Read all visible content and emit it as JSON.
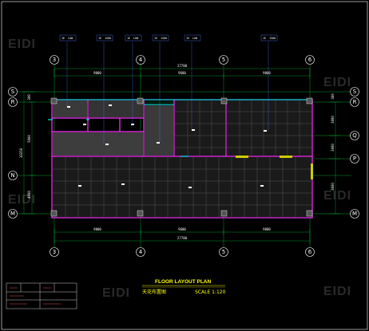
{
  "drawing": {
    "title_en": "FLOOR LAYOUT PLAN",
    "title_cn": "天花布置图",
    "scale": "SCALE 1:120",
    "watermark": "EIDI"
  },
  "grid": {
    "top_bubbles": [
      "3",
      "4",
      "5",
      "6"
    ],
    "bottom_bubbles": [
      "3",
      "4",
      "5",
      "6"
    ],
    "left_bubbles": [
      "S",
      "R",
      "N",
      "M"
    ],
    "right_bubbles": [
      "S",
      "R",
      "Q",
      "P",
      "M"
    ]
  },
  "dimensions": {
    "top_total": "27700",
    "top_segments": [
      "9000",
      "9600",
      "9000"
    ],
    "bottom_segments": [
      "9000",
      "9600",
      "9000"
    ],
    "bottom_total": "27700",
    "left_total": "10250",
    "left_segments": [
      "5000",
      "4000"
    ],
    "right_segments": [
      "3000",
      "3000",
      "3600"
    ],
    "small_left": "300",
    "small_right": "300"
  },
  "tags": [
    {
      "code": "1E",
      "sub": "LOW"
    },
    {
      "code": "1E",
      "sub": "1500"
    },
    {
      "code": "1E",
      "sub": "LOW"
    },
    {
      "code": "1E",
      "sub": "1500"
    },
    {
      "code": "1E",
      "sub": "LOW"
    },
    {
      "code": "1E",
      "sub": "1500"
    }
  ],
  "title_block": {
    "rows": [
      "",
      "",
      ""
    ]
  }
}
